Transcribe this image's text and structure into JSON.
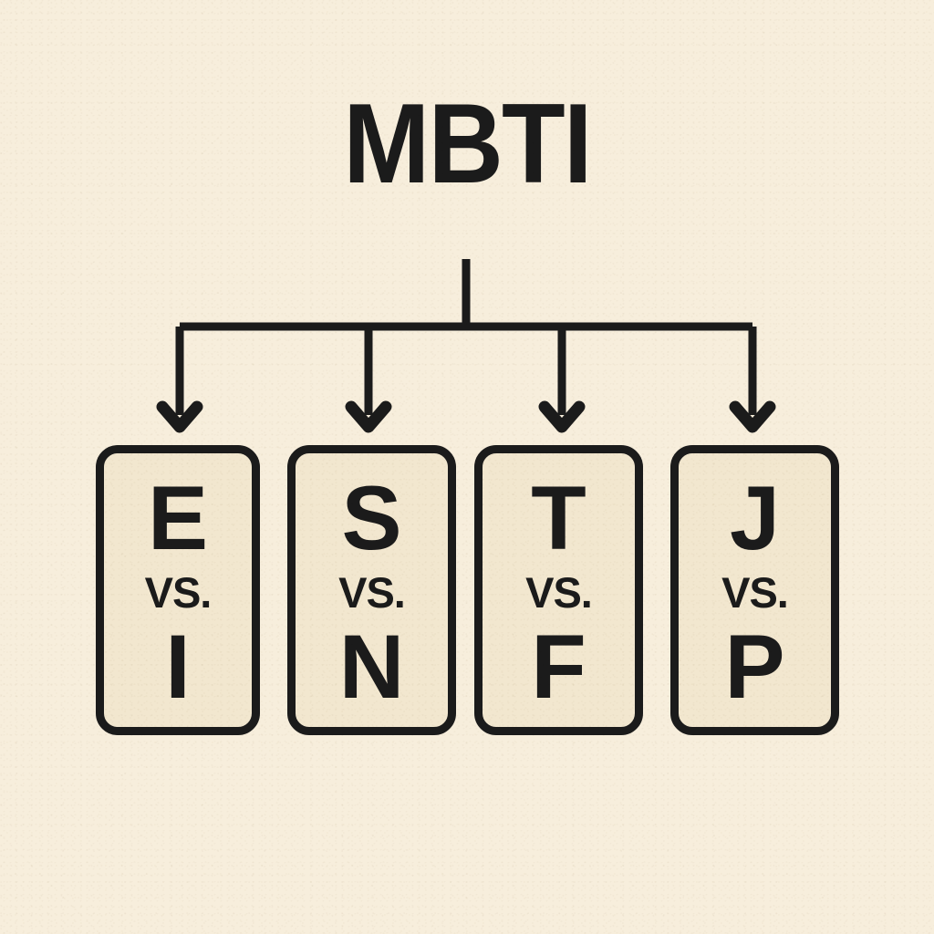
{
  "diagram": {
    "title": "MBTI",
    "background_color": "#F7EEDC",
    "card_fill_color": "#F2E7CF",
    "ink_color": "#1B1B1B",
    "separator_label": "VS.",
    "branch_count": 4,
    "cards": [
      {
        "id": "dichotomy-ei",
        "top_letter": "E",
        "separator": "VS.",
        "bottom_letter": "I"
      },
      {
        "id": "dichotomy-sn",
        "top_letter": "S",
        "separator": "VS.",
        "bottom_letter": "N"
      },
      {
        "id": "dichotomy-tf",
        "top_letter": "T",
        "separator": "VS.",
        "bottom_letter": "F"
      },
      {
        "id": "dichotomy-jp",
        "top_letter": "J",
        "separator": "VS.",
        "bottom_letter": "P"
      }
    ]
  }
}
